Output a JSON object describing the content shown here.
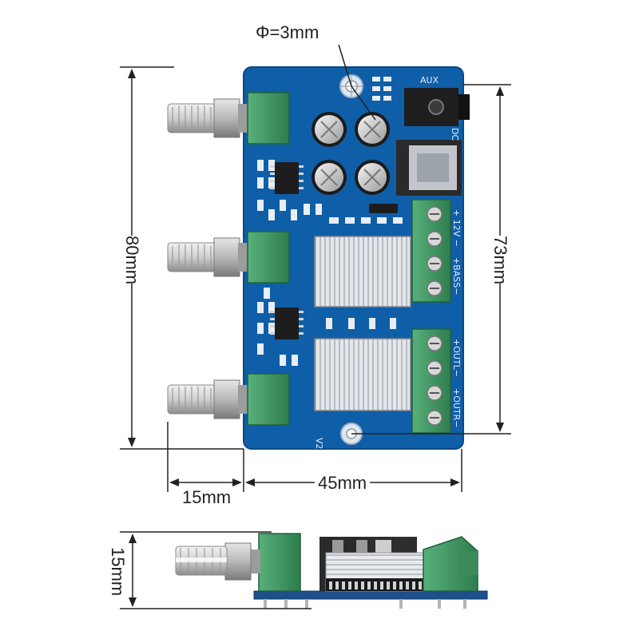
{
  "dimensions": {
    "hole_diameter": "Φ=3mm",
    "height_overall": "80mm",
    "height_terminals": "73mm",
    "width_pot_offset": "15mm",
    "width_board": "45mm",
    "thickness": "15mm"
  },
  "board": {
    "aux_label": "AUX",
    "dc_label": "DC",
    "power_label": "+ 12V −",
    "bass_label": "+BASS−",
    "outl_label": "+OUTL−",
    "outr_label": "+OUTR−",
    "version_label": "V2"
  },
  "colors": {
    "pcb": "#0f5ea8",
    "terminal": "#3e9a62",
    "heatsink": "#d9dce0",
    "knob": "#c9c9c9"
  }
}
